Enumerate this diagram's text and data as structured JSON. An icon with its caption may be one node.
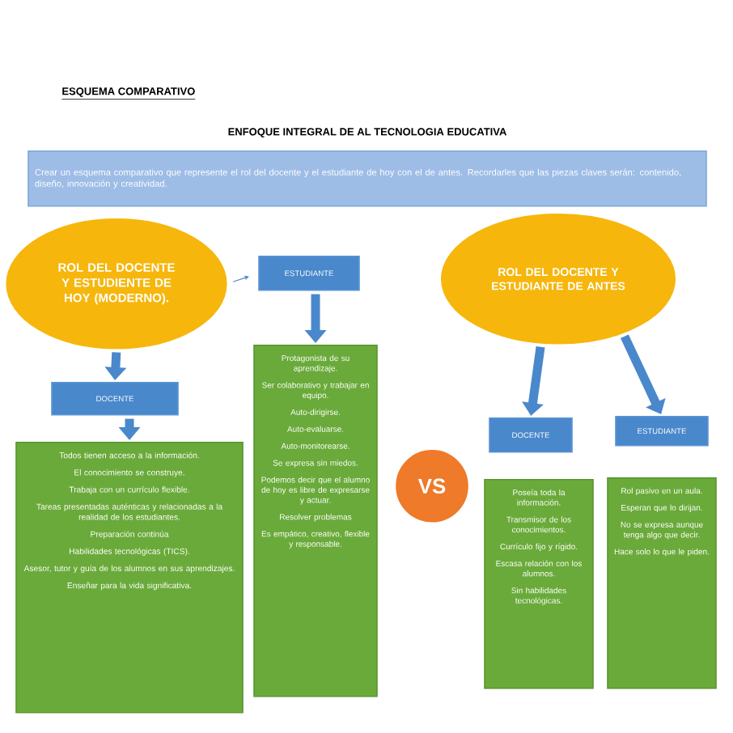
{
  "diagram": {
    "title": "ENFOQUE INTEGRAL DE AL TECNOLOGIA EDUCATIVA",
    "nodes": [
      {
        "text": [
          "Crear un esquema comparativo que represente el rol del docente y el estudiante de hoy con el de antes. Recordarles que las piezas claves serán: contenido, diseño, innovación y creatividad."
        ]
      },
      {
        "text": [
          "ROL DEL DOCENTE Y ESTUDIENTE DE HOY (MODERNO)."
        ]
      },
      {
        "text": [
          "ESTUDIANTE"
        ]
      },
      {
        "text": [
          "DOCENTE"
        ]
      },
      {
        "text": [
          "Todos tienen acceso a la información.",
          "El conocimiento se construye.",
          "Trabaja con un currículo flexible.",
          "Tareas presentadas auténticas y relacionadas a la realidad de los estudiantes.",
          "Preparación continúa",
          "Habilidades tecnológicas (TICS).",
          "Asesor, tutor y guía de los alumnos en sus aprendizajes.",
          "Enseñar para la vida significativa."
        ]
      },
      {
        "text": [
          "Protagonista de su aprendizaje.",
          "Ser colaborativo y trabajar en equipo.",
          "Auto-dirigirse.",
          "Auto-evaluarse.",
          "Auto-monitorearse.",
          "Se expresa sin miedos.",
          "Podemos decir que el alumno de hoy es libre de expresarse y actuar.",
          "Resolver problemas",
          "Es empático, creativo, flexible y responsable."
        ]
      },
      {
        "text": [
          "VS"
        ]
      },
      {
        "text": [
          "ROL DEL DOCENTE Y ESTUDIANTE DE ANTES"
        ]
      },
      {
        "text": [
          "DOCENTE"
        ]
      },
      {
        "text": [
          "ESTUDIANTE"
        ]
      },
      {
        "text": [
          "Poseía toda la información.",
          "Transmisor de los conocimientos.",
          "Currículo fijo y rígido.",
          "Escasa relación con los alumnos.",
          "Sin habilidades tecnológicas."
        ]
      },
      {
        "text": [
          "Rol pasivo en un aula.",
          "Esperan que lo dirijan.",
          "No se expresa aunque tenga algo que decir.",
          "Hace solo lo que le piden."
        ]
      }
    ],
    "edges": [
      {
        "from": 1,
        "to": 2,
        "arrow": "to"
      },
      {
        "from": 1,
        "to": 3,
        "arrow": "to"
      },
      {
        "from": 3,
        "to": 4,
        "arrow": "to"
      },
      {
        "from": 2,
        "to": 5,
        "arrow": "to"
      },
      {
        "from": 7,
        "to": 8,
        "arrow": "to"
      },
      {
        "from": 7,
        "to": 9,
        "arrow": "to"
      }
    ],
    "labels": [
      "ESQUEMA COMPARATIVO"
    ]
  }
}
